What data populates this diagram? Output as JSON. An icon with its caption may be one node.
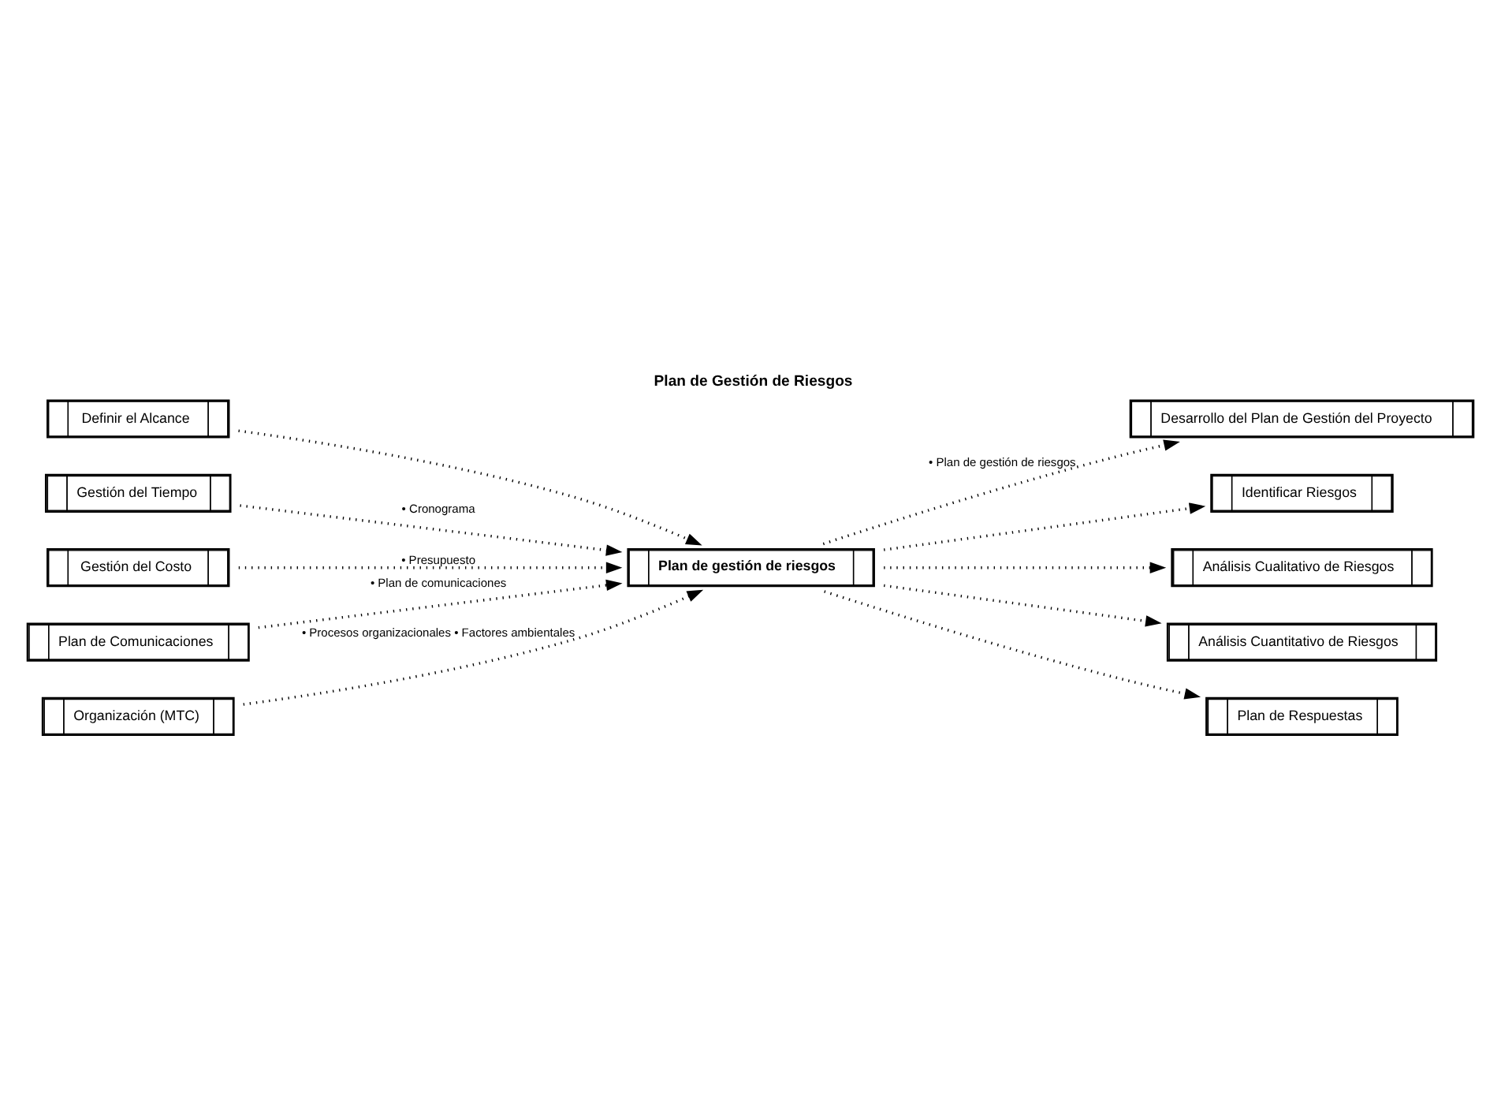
{
  "diagram": {
    "title": "Plan de Gestión de Riesgos",
    "nodes": [
      {
        "text": [
          "Definir el Alcance"
        ]
      },
      {
        "text": [
          "Plan de gestión de riesgos"
        ]
      },
      {
        "text": [
          "Gestión del Tiempo"
        ]
      },
      {
        "text": [
          "Desarrollo del Plan de Gestión del Proyecto"
        ]
      },
      {
        "text": [
          "Gestión del Costo"
        ]
      },
      {
        "text": [
          "Identificar Riesgos"
        ]
      },
      {
        "text": [
          "Análisis Cualitativo de Riesgos"
        ]
      },
      {
        "text": [
          "Análisis Cuantitativo de Riesgos"
        ]
      },
      {
        "text": [
          "Plan de Respuestas"
        ]
      },
      {
        "text": [
          "Plan de Comunicaciones"
        ]
      },
      {
        "text": [
          "Organización (MTC)"
        ]
      }
    ],
    "edges": [
      {
        "from": 0,
        "to": 1,
        "arrow": "to",
        "style": "dashed"
      },
      {
        "from": 2,
        "to": 1,
        "arrow": "to",
        "style": "dashed",
        "label": "• Cronograma"
      },
      {
        "from": 4,
        "to": 1,
        "arrow": "to",
        "style": "dashed",
        "label": "• Presupuesto"
      },
      {
        "from": 9,
        "to": 1,
        "arrow": "to",
        "style": "dashed",
        "label": "• Plan de comunicaciones"
      },
      {
        "from": 10,
        "to": 1,
        "arrow": "to",
        "style": "dashed",
        "label": "• Procesos organizacionales • Factores ambientales"
      },
      {
        "from": 1,
        "to": 3,
        "arrow": "to",
        "style": "dashed",
        "label": "• Plan de gestión de riesgos"
      },
      {
        "from": 1,
        "to": 5,
        "arrow": "to",
        "style": "dashed"
      },
      {
        "from": 1,
        "to": 6,
        "arrow": "to",
        "style": "dashed"
      },
      {
        "from": 1,
        "to": 7,
        "arrow": "to",
        "style": "dashed"
      },
      {
        "from": 1,
        "to": 8,
        "arrow": "to",
        "style": "dashed"
      }
    ]
  }
}
